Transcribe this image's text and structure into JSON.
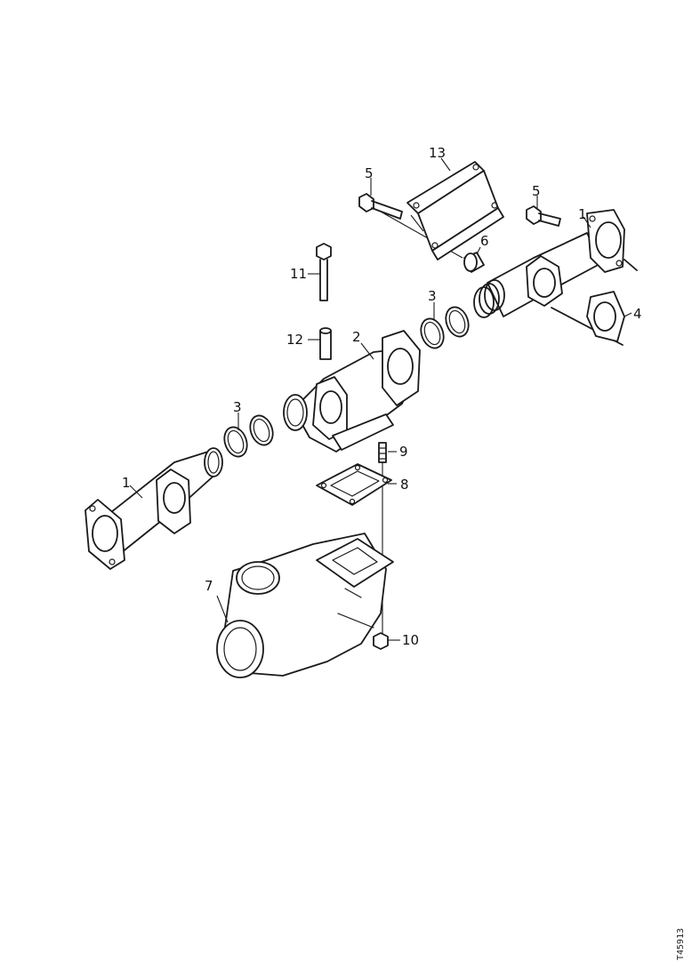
{
  "callouts": {
    "c1a": "1",
    "c1b": "1",
    "c2": "2",
    "c3a": "3",
    "c3b": "3",
    "c4": "4",
    "c5a": "5",
    "c5b": "5",
    "c6": "6",
    "c7": "7",
    "c8": "8",
    "c9": "9",
    "c10": "10",
    "c11": "11",
    "c12": "12",
    "c13": "13"
  },
  "figure_ref": "T45913"
}
